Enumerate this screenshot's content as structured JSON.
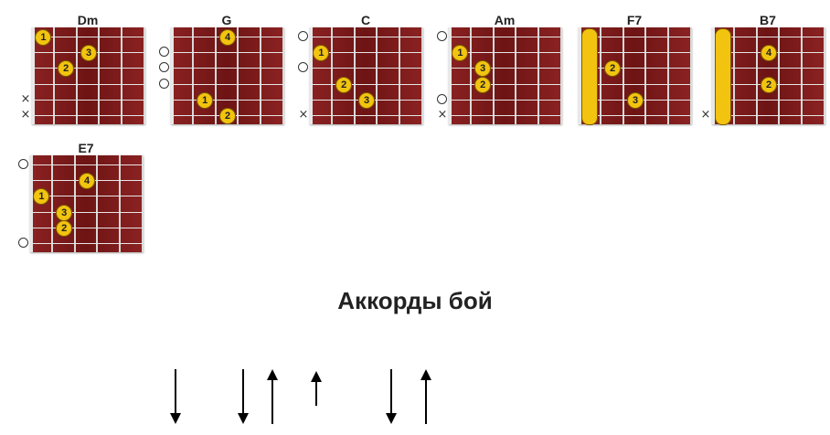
{
  "title": "Аккорды бой",
  "colors": {
    "fretboard": "#7a1a1a",
    "finger": "#f2c40f",
    "fret": "#d9d9d9"
  },
  "chords": [
    {
      "name": "Dm",
      "open": [],
      "muted": [
        5,
        6
      ],
      "fingers": [
        {
          "n": "1",
          "string": 1,
          "fret": 1
        },
        {
          "n": "3",
          "string": 2,
          "fret": 3
        },
        {
          "n": "2",
          "string": 3,
          "fret": 2
        }
      ],
      "barre": null
    },
    {
      "name": "G",
      "open": [
        2,
        3,
        4
      ],
      "muted": [],
      "fingers": [
        {
          "n": "4",
          "string": 1,
          "fret": 3
        },
        {
          "n": "1",
          "string": 5,
          "fret": 2
        },
        {
          "n": "2",
          "string": 6,
          "fret": 3
        }
      ],
      "barre": null
    },
    {
      "name": "C",
      "open": [
        1,
        3
      ],
      "muted": [
        6
      ],
      "fingers": [
        {
          "n": "1",
          "string": 2,
          "fret": 1
        },
        {
          "n": "2",
          "string": 4,
          "fret": 2
        },
        {
          "n": "3",
          "string": 5,
          "fret": 3
        }
      ],
      "barre": null
    },
    {
      "name": "Am",
      "open": [
        1,
        5
      ],
      "muted": [
        6
      ],
      "fingers": [
        {
          "n": "1",
          "string": 2,
          "fret": 1
        },
        {
          "n": "3",
          "string": 3,
          "fret": 2
        },
        {
          "n": "2",
          "string": 4,
          "fret": 2
        }
      ],
      "barre": null
    },
    {
      "name": "F7",
      "open": [],
      "muted": [],
      "fingers": [
        {
          "n": "2",
          "string": 3,
          "fret": 2
        },
        {
          "n": "3",
          "string": 5,
          "fret": 3
        }
      ],
      "barre": {
        "fret": 1,
        "from": 1,
        "to": 6
      }
    },
    {
      "name": "B7",
      "open": [],
      "muted": [
        6
      ],
      "fingers": [
        {
          "n": "4",
          "string": 2,
          "fret": 3
        },
        {
          "n": "2",
          "string": 4,
          "fret": 3
        }
      ],
      "barre": {
        "fret": 1,
        "from": 1,
        "to": 6
      }
    },
    {
      "name": "E7",
      "open": [
        1,
        6
      ],
      "muted": [],
      "fingers": [
        {
          "n": "4",
          "string": 2,
          "fret": 3
        },
        {
          "n": "1",
          "string": 3,
          "fret": 1
        },
        {
          "n": "3",
          "string": 4,
          "fret": 2
        },
        {
          "n": "2",
          "string": 5,
          "fret": 2
        }
      ],
      "barre": null
    }
  ],
  "strumming": [
    {
      "dir": "down",
      "size": "long"
    },
    {
      "dir": "down",
      "size": "long"
    },
    {
      "dir": "up",
      "size": "long"
    },
    {
      "dir": "up",
      "size": "short"
    },
    {
      "dir": "down",
      "size": "long"
    },
    {
      "dir": "up",
      "size": "long"
    }
  ]
}
